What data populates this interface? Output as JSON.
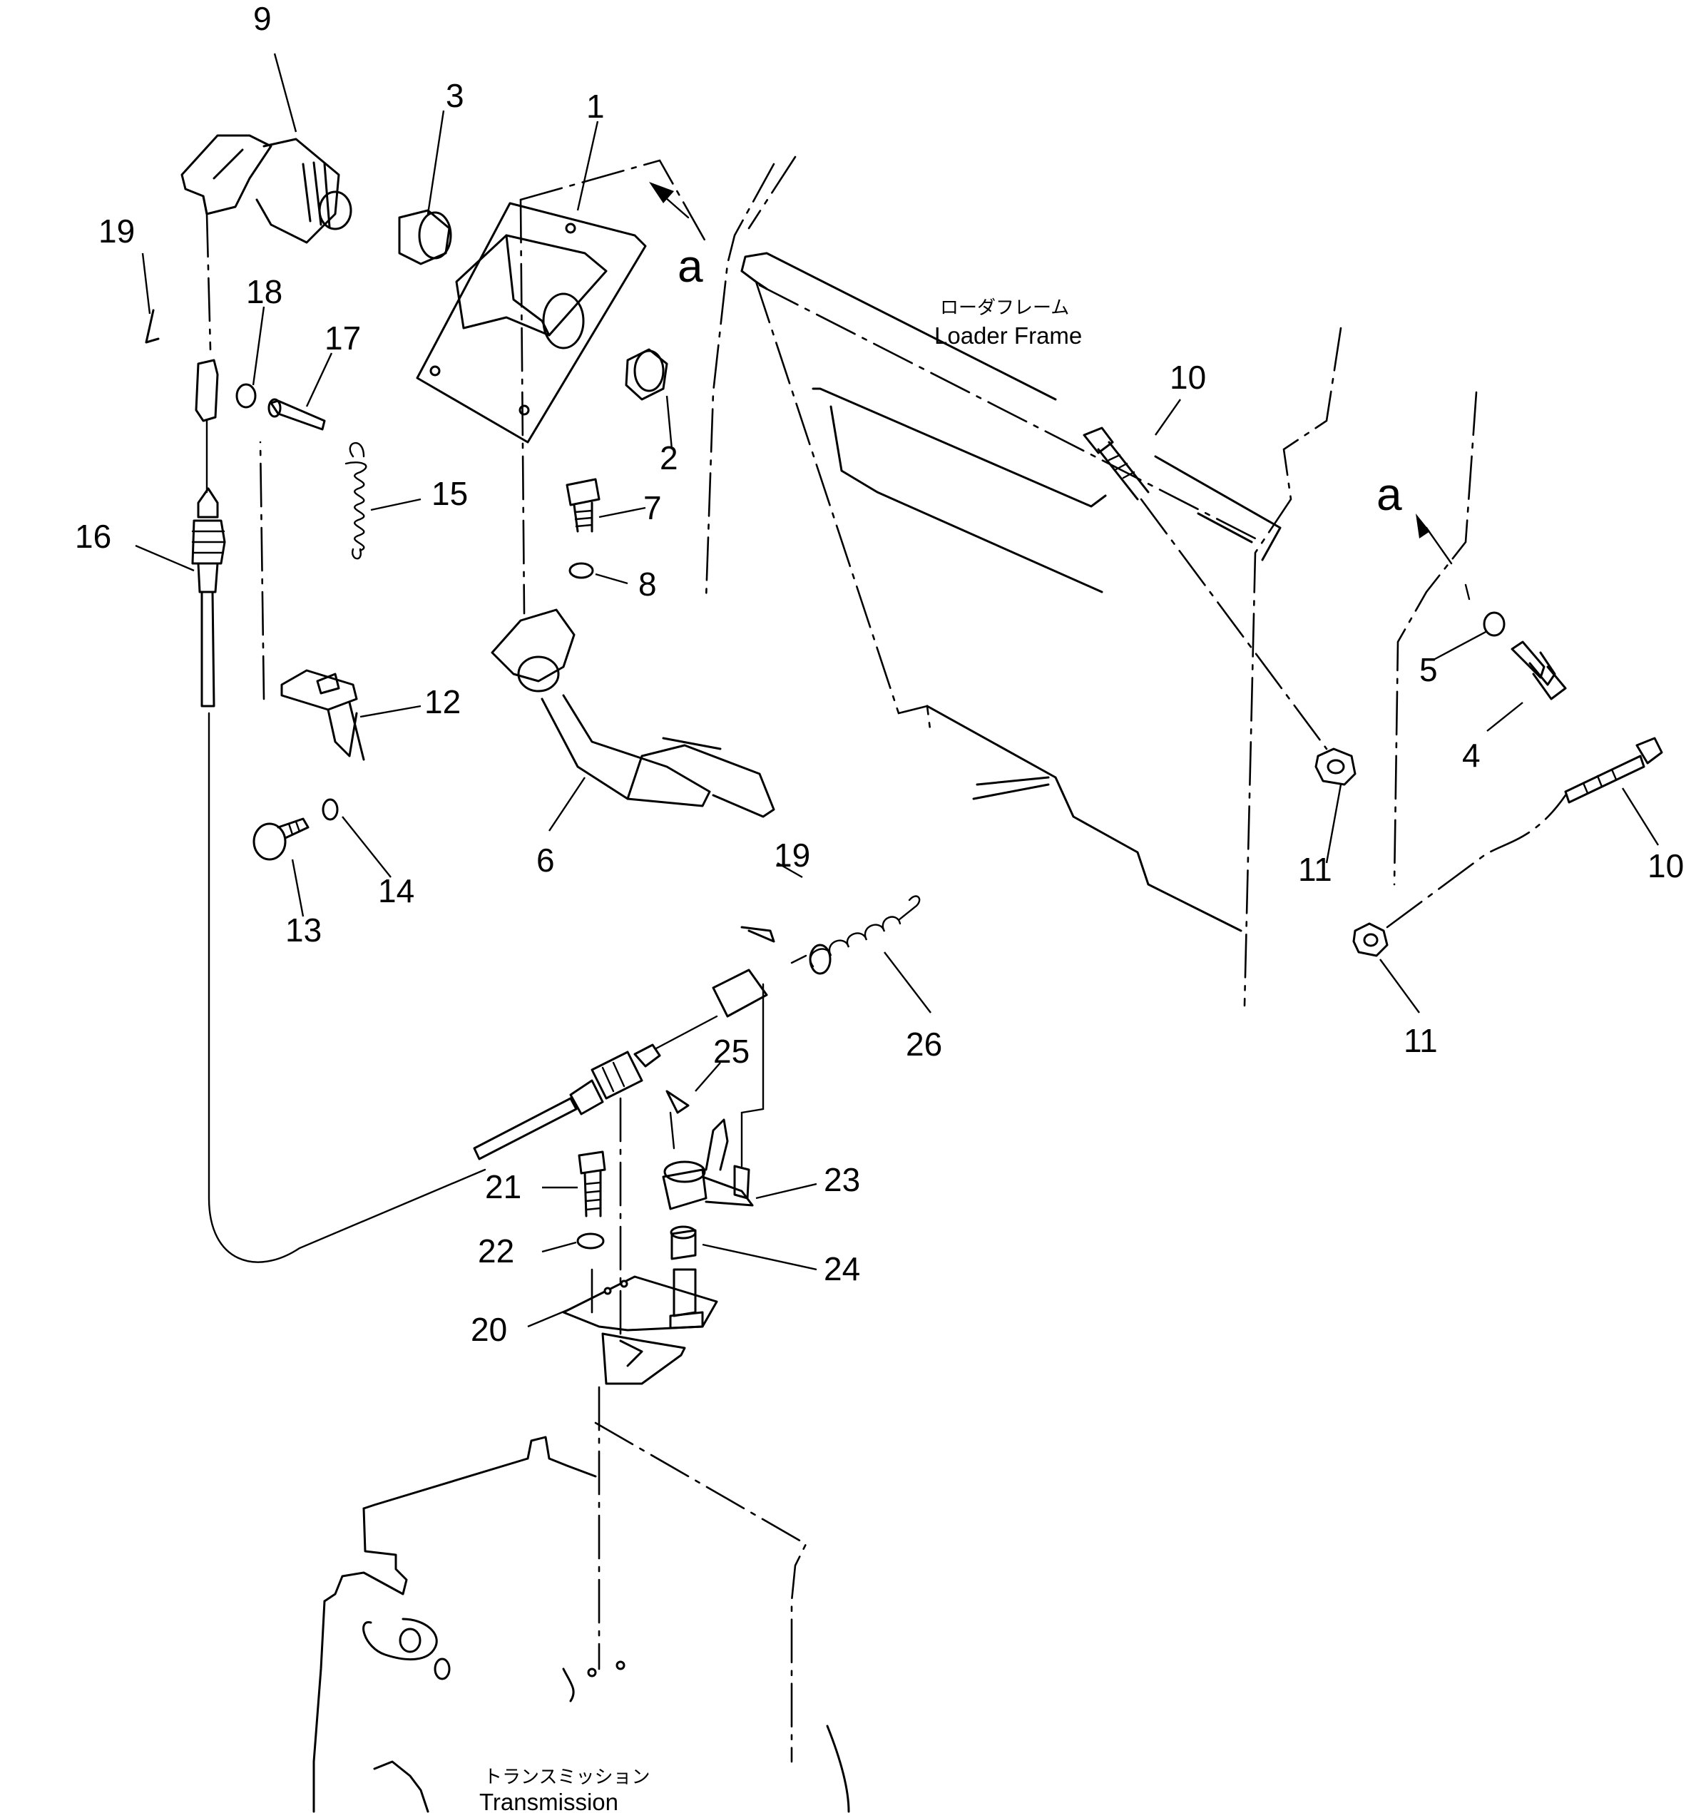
{
  "callouts": {
    "c1": "1",
    "c2": "2",
    "c3": "3",
    "c4": "4",
    "c5": "5",
    "c6": "6",
    "c7": "7",
    "c8": "8",
    "c9": "9",
    "c10a": "10",
    "c10b": "10",
    "c11a": "11",
    "c11b": "11",
    "c12": "12",
    "c13": "13",
    "c14": "14",
    "c15": "15",
    "c16": "16",
    "c17": "17",
    "c18": "18",
    "c19a": "19",
    "c19b": "19",
    "c20": "20",
    "c21": "21",
    "c22": "22",
    "c23": "23",
    "c24": "24",
    "c25": "25",
    "c26": "26"
  },
  "view_markers": {
    "a1": "a",
    "a2": "a"
  },
  "labels": {
    "loader_frame_jp": "ローダフレーム",
    "loader_frame_en": "Loader  Frame",
    "transmission_jp": "トランスミッション",
    "transmission_en": "Transmission"
  }
}
